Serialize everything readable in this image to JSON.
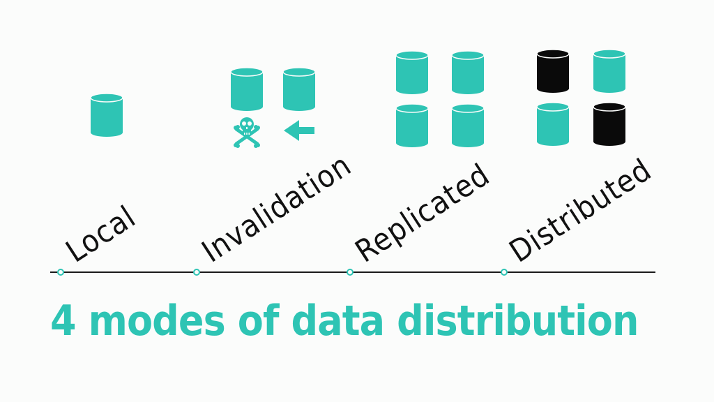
{
  "title": "4 modes of data distribution",
  "modes": [
    {
      "label": "Local"
    },
    {
      "label": "Invalidation"
    },
    {
      "label": "Replicated"
    },
    {
      "label": "Distributed"
    }
  ],
  "icons": {
    "cylinder": "database-cylinder-icon",
    "skull": "skull-crossbones-icon",
    "arrow": "arrow-left-icon"
  },
  "colors": {
    "accent": "#2ec4b4",
    "dark": "#0a0a0a",
    "line": "#1a1a1a",
    "background": "#fbfcfb"
  }
}
